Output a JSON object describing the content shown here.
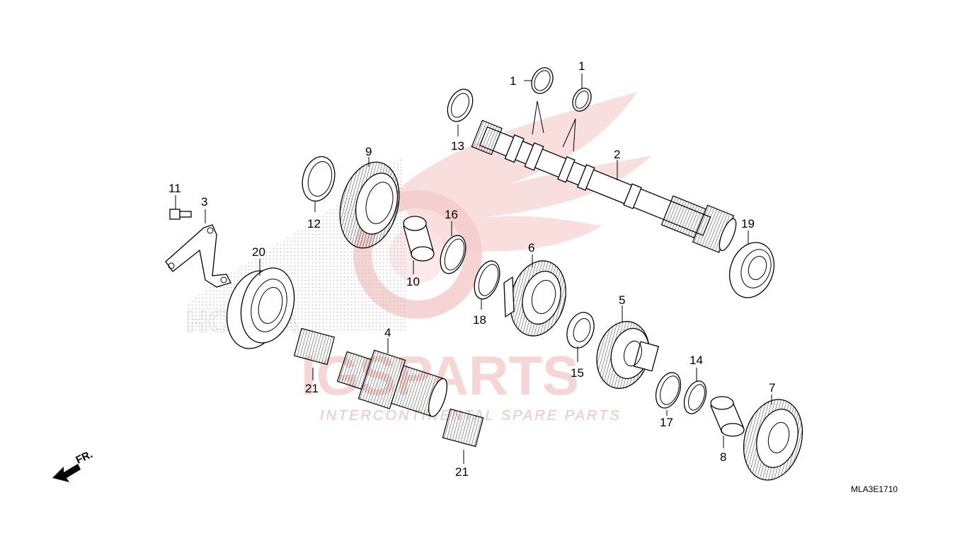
{
  "watermark": {
    "brand": "IGSPARTS",
    "tagline": "INTERCONTINENTAL SPARE PARTS",
    "logo_word": "HONDA",
    "color": "#f3c4c4"
  },
  "diagram": {
    "reference_code": "MLA3E1710",
    "direction_label": "FR.",
    "callouts": [
      {
        "id": "c1a",
        "label": "1"
      },
      {
        "id": "c1b",
        "label": "1"
      },
      {
        "id": "c2",
        "label": "2"
      },
      {
        "id": "c3",
        "label": "3"
      },
      {
        "id": "c4",
        "label": "4"
      },
      {
        "id": "c5",
        "label": "5"
      },
      {
        "id": "c6",
        "label": "6"
      },
      {
        "id": "c7",
        "label": "7"
      },
      {
        "id": "c8",
        "label": "8"
      },
      {
        "id": "c9",
        "label": "9"
      },
      {
        "id": "c10",
        "label": "10"
      },
      {
        "id": "c11",
        "label": "11"
      },
      {
        "id": "c12",
        "label": "12"
      },
      {
        "id": "c13",
        "label": "13"
      },
      {
        "id": "c14",
        "label": "14"
      },
      {
        "id": "c15",
        "label": "15"
      },
      {
        "id": "c16",
        "label": "16"
      },
      {
        "id": "c17",
        "label": "17"
      },
      {
        "id": "c18",
        "label": "18"
      },
      {
        "id": "c19",
        "label": "19"
      },
      {
        "id": "c20",
        "label": "20"
      },
      {
        "id": "c21a",
        "label": "21"
      },
      {
        "id": "c21b",
        "label": "21"
      }
    ]
  }
}
